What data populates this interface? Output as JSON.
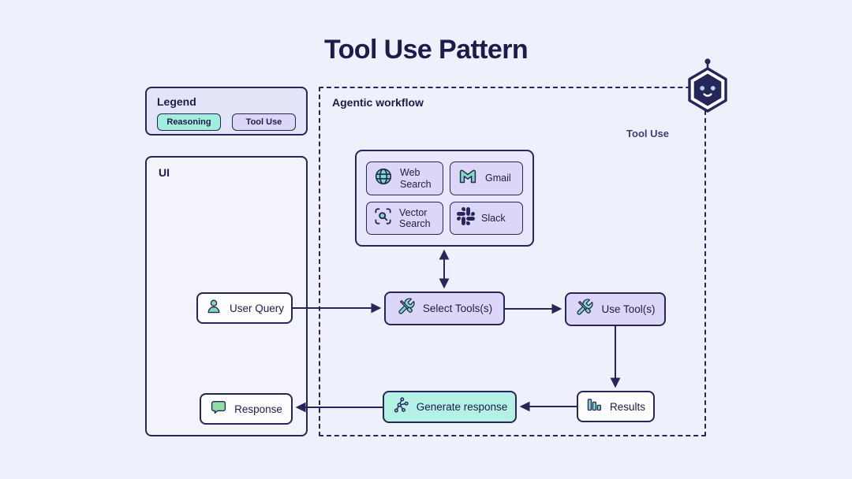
{
  "page": {
    "title": "Tool Use Pattern"
  },
  "legend": {
    "title": "Legend",
    "items": [
      {
        "label": "Reasoning",
        "color": "#a3eeda"
      },
      {
        "label": "Tool Use",
        "color": "#dcd7f6"
      }
    ]
  },
  "ui_panel": {
    "title": "UI",
    "user_query": {
      "label": "User Query",
      "icon": "user-icon"
    },
    "response": {
      "label": "Response",
      "icon": "speech-bubble-icon"
    }
  },
  "workflow": {
    "title": "Agentic workflow",
    "side_label": "Tool Use",
    "tools": [
      {
        "label": "Web Search",
        "icon": "globe-icon"
      },
      {
        "label": "Gmail",
        "icon": "gmail-icon"
      },
      {
        "label": "Vector Search",
        "icon": "vector-search-icon"
      },
      {
        "label": "Slack",
        "icon": "slack-icon"
      }
    ],
    "select_tools": {
      "label": "Select Tools(s)",
      "icon": "crossed-tools-icon"
    },
    "use_tools": {
      "label": "Use Tool(s)",
      "icon": "crossed-tools-icon"
    },
    "results": {
      "label": "Results",
      "icon": "bar-chart-icon"
    },
    "generate_response": {
      "label": "Generate response",
      "icon": "network-icon"
    }
  },
  "robot": {
    "icon": "robot-icon"
  },
  "colors": {
    "background": "#eef0fc",
    "ink": "#1e1b4b",
    "line": "#26265a",
    "legend_panel": "#e4e4f8",
    "ui_panel": "#f3f3fb",
    "tools_panel": "#e9e7fb",
    "chip_purple": "#dcd7f6",
    "chip_teal": "#a3eeda",
    "node_white": "#fdfdff",
    "node_teal": "#b4f1e5",
    "icon_teal": "#7edcbc",
    "icon_green": "#8ce0a6",
    "eye_blue": "#a6daf0"
  }
}
